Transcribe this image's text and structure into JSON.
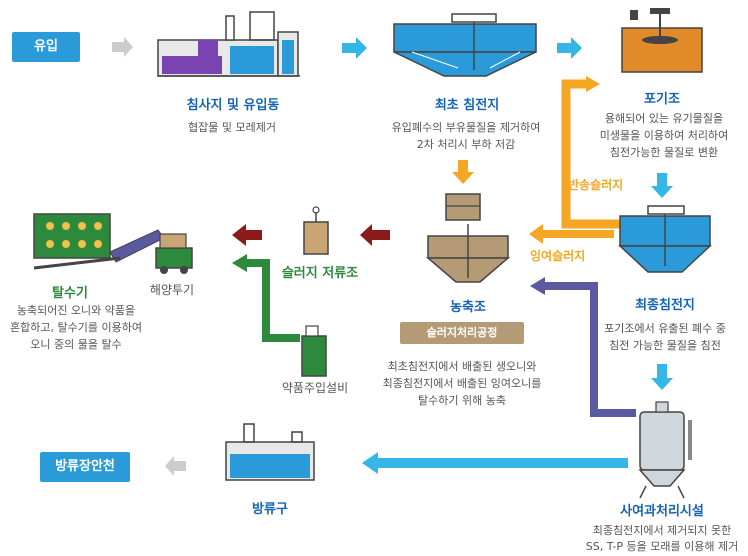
{
  "start_tag": "유입",
  "end_tag": "방류장안천",
  "stages": {
    "grit": {
      "title": "침사지 및 유입동",
      "desc": "협잡물 및 모레제거"
    },
    "primary": {
      "title": "최초 침전지",
      "desc1": "유입폐수의 부유물질을 제거하여",
      "desc2": "2차 처리시 부하 저감"
    },
    "aeration": {
      "title": "포기조",
      "desc1": "용해되어 있는 유기물질을",
      "desc2": "미생물을 이용하여 처리하여",
      "desc3": "침전가능한 물질로 변환"
    },
    "final": {
      "title": "최종침전지",
      "desc1": "포기조에서 유출된 폐수 중",
      "desc2": "침전 가능한 물질을 침전"
    },
    "thickener": {
      "title": "농축조",
      "badge": "슬러지처리공정",
      "desc1": "최초침전지에서 배출된 생오니와",
      "desc2": "최종침전지에서 배출된 잉여오니를",
      "desc3": "탈수하기 위해 농축"
    },
    "storage": {
      "title": "슬러지 저류조"
    },
    "dewater": {
      "title": "탈수기",
      "desc1": "농축되어진 오니와 약품을",
      "desc2": "혼합하고, 탈수기를 이용하여",
      "desc3": "오니 중의 물을 탈수"
    },
    "disposal": {
      "title": "해양투기"
    },
    "chem": {
      "title": "약품주입설비"
    },
    "sand": {
      "title": "사여과처리시설",
      "desc1": "최종침전지에서 제거되지 못한",
      "desc2": "SS, T-P 등을 모래를 이용해 제거"
    },
    "outfall": {
      "title": "방류구"
    }
  },
  "flows": {
    "return_sludge": "반송슬러지",
    "excess_sludge": "잉여슬러지"
  },
  "colors": {
    "blue_tag": "#2a9bd8",
    "cyan_arrow": "#35b6e8",
    "orange": "#f5a623",
    "purple": "#5b5aa0",
    "green": "#2d8a3c",
    "darkred": "#8b1a1a",
    "title_blue": "#1463b4",
    "badge_tan": "#b49b76"
  }
}
